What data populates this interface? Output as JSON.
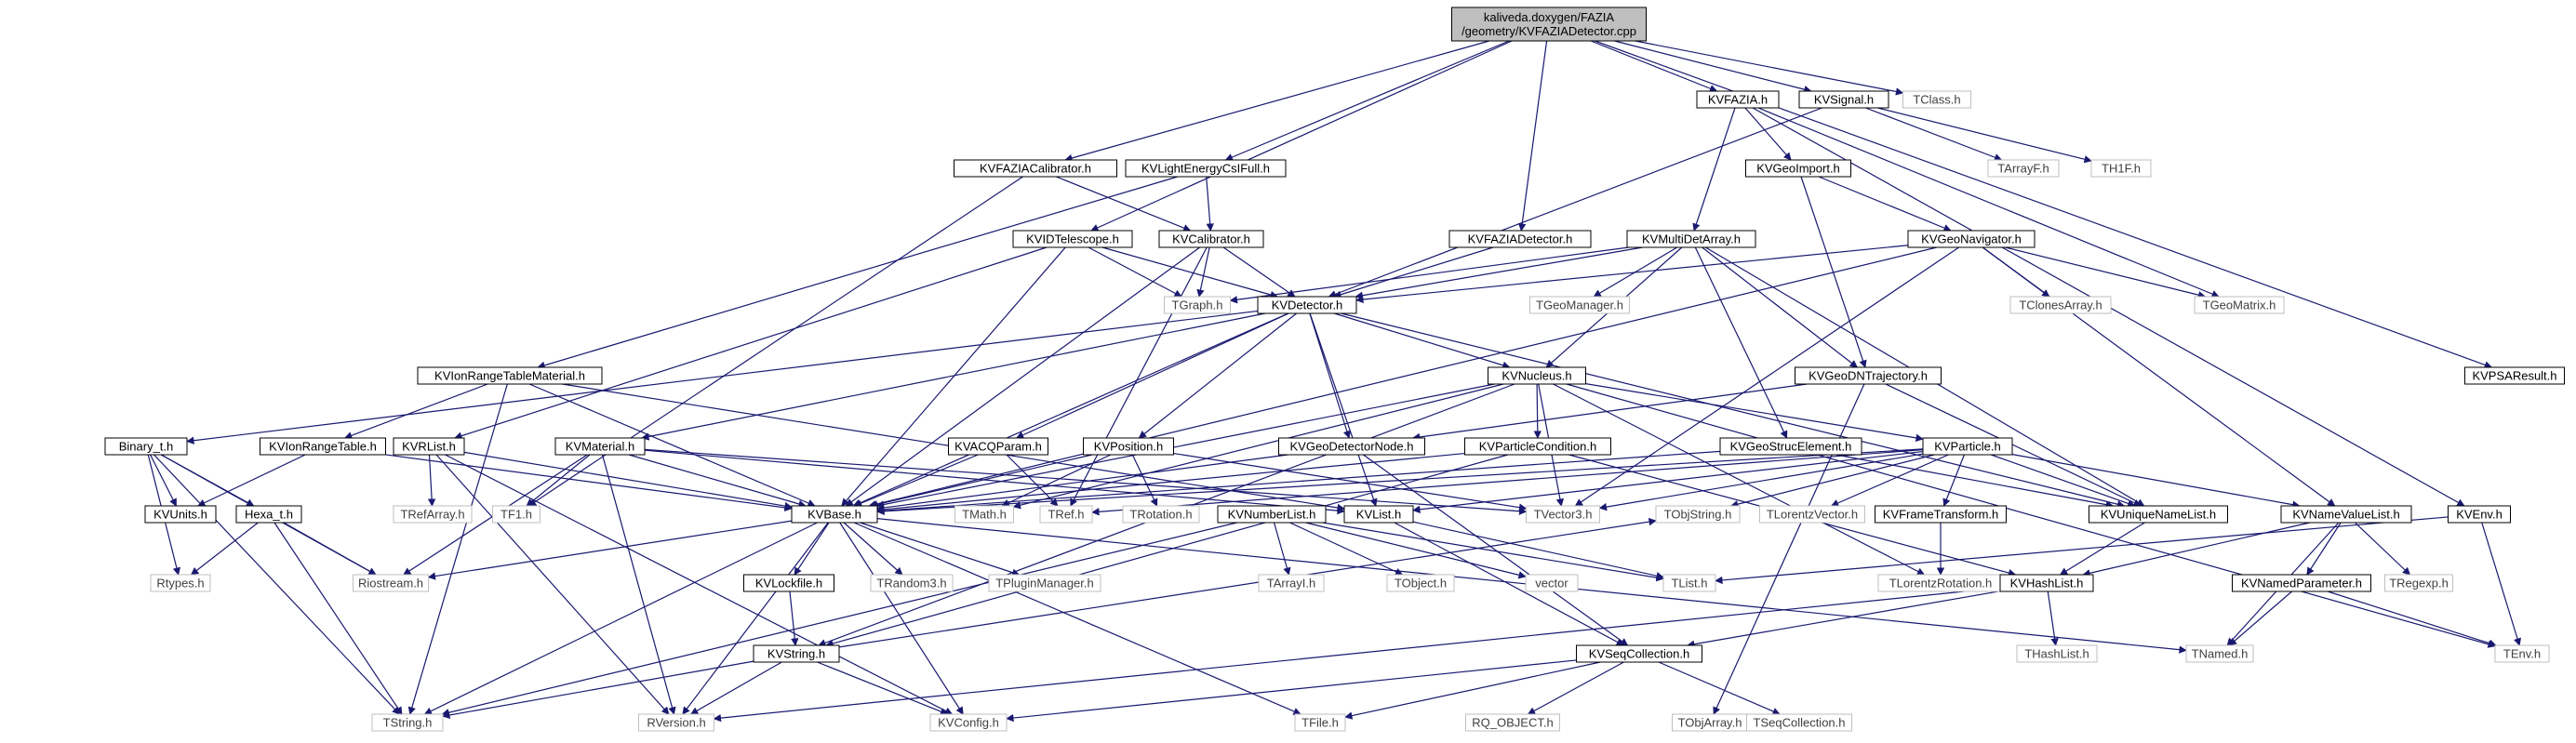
{
  "title": "kaliveda.doxygen/FAZIA/geometry/KVFAZIADetector.cpp",
  "colors": {
    "edge": "#191970",
    "external_border": "#bfbfbf",
    "root_fill": "#bfbfbf"
  },
  "nodes": [
    {
      "id": "root",
      "label": [
        "kaliveda.doxygen/FAZIA",
        "/geometry/KVFAZIADetector.cpp"
      ],
      "kind": "root"
    },
    {
      "id": "KVFAZIACalibrator",
      "label": [
        "KVFAZIACalibrator.h"
      ],
      "kind": "file"
    },
    {
      "id": "KVLightEnergyCsIFull",
      "label": [
        "KVLightEnergyCsIFull.h"
      ],
      "kind": "file"
    },
    {
      "id": "KVIDTelescope",
      "label": [
        "KVIDTelescope.h"
      ],
      "kind": "file"
    },
    {
      "id": "KVFAZIADetectorH",
      "label": [
        "KVFAZIADetector.h"
      ],
      "kind": "file"
    },
    {
      "id": "KVFAZIA",
      "label": [
        "KVFAZIA.h"
      ],
      "kind": "file"
    },
    {
      "id": "KVSignal",
      "label": [
        "KVSignal.h"
      ],
      "kind": "file"
    },
    {
      "id": "TClass",
      "label": [
        "TClass.h"
      ],
      "kind": "ext"
    },
    {
      "id": "KVPSAResult",
      "label": [
        "KVPSAResult.h"
      ],
      "kind": "file"
    },
    {
      "id": "KVCalibrator",
      "label": [
        "KVCalibrator.h"
      ],
      "kind": "file"
    },
    {
      "id": "KVGeoImport",
      "label": [
        "KVGeoImport.h"
      ],
      "kind": "file"
    },
    {
      "id": "TArrayF",
      "label": [
        "TArrayF.h"
      ],
      "kind": "ext"
    },
    {
      "id": "TH1F",
      "label": [
        "TH1F.h"
      ],
      "kind": "ext"
    },
    {
      "id": "KVMultiDetArray",
      "label": [
        "KVMultiDetArray.h"
      ],
      "kind": "file"
    },
    {
      "id": "KVGeoNavigator",
      "label": [
        "KVGeoNavigator.h"
      ],
      "kind": "file"
    },
    {
      "id": "TGraph",
      "label": [
        "TGraph.h"
      ],
      "kind": "ext"
    },
    {
      "id": "KVDetector",
      "label": [
        "KVDetector.h"
      ],
      "kind": "file"
    },
    {
      "id": "TGeoManager",
      "label": [
        "TGeoManager.h"
      ],
      "kind": "ext"
    },
    {
      "id": "TClonesArray",
      "label": [
        "TClonesArray.h"
      ],
      "kind": "ext"
    },
    {
      "id": "TGeoMatrix",
      "label": [
        "TGeoMatrix.h"
      ],
      "kind": "ext"
    },
    {
      "id": "KVIonRangeTableMaterial",
      "label": [
        "KVIonRangeTableMaterial.h"
      ],
      "kind": "file"
    },
    {
      "id": "KVNucleus",
      "label": [
        "KVNucleus.h"
      ],
      "kind": "file"
    },
    {
      "id": "KVGeoDNTrajectory",
      "label": [
        "KVGeoDNTrajectory.h"
      ],
      "kind": "file"
    },
    {
      "id": "Binary_t",
      "label": [
        "Binary_t.h"
      ],
      "kind": "file"
    },
    {
      "id": "KVIonRangeTable",
      "label": [
        "KVIonRangeTable.h"
      ],
      "kind": "file"
    },
    {
      "id": "KVRList",
      "label": [
        "KVRList.h"
      ],
      "kind": "file"
    },
    {
      "id": "KVMaterial",
      "label": [
        "KVMaterial.h"
      ],
      "kind": "file"
    },
    {
      "id": "KVACQParam",
      "label": [
        "KVACQParam.h"
      ],
      "kind": "file"
    },
    {
      "id": "KVPosition",
      "label": [
        "KVPosition.h"
      ],
      "kind": "file"
    },
    {
      "id": "KVGeoDetectorNode",
      "label": [
        "KVGeoDetectorNode.h"
      ],
      "kind": "file"
    },
    {
      "id": "KVParticleCondition",
      "label": [
        "KVParticleCondition.h"
      ],
      "kind": "file"
    },
    {
      "id": "KVGeoStrucElement",
      "label": [
        "KVGeoStrucElement.h"
      ],
      "kind": "file"
    },
    {
      "id": "KVParticle",
      "label": [
        "KVParticle.h"
      ],
      "kind": "file"
    },
    {
      "id": "KVUnits",
      "label": [
        "KVUnits.h"
      ],
      "kind": "file"
    },
    {
      "id": "Hexa_t",
      "label": [
        "Hexa_t.h"
      ],
      "kind": "file"
    },
    {
      "id": "TRefArray",
      "label": [
        "TRefArray.h"
      ],
      "kind": "ext"
    },
    {
      "id": "TF1",
      "label": [
        "TF1.h"
      ],
      "kind": "ext"
    },
    {
      "id": "KVBase",
      "label": [
        "KVBase.h"
      ],
      "kind": "file"
    },
    {
      "id": "TMath",
      "label": [
        "TMath.h"
      ],
      "kind": "ext"
    },
    {
      "id": "TRef",
      "label": [
        "TRef.h"
      ],
      "kind": "ext"
    },
    {
      "id": "TRotation",
      "label": [
        "TRotation.h"
      ],
      "kind": "ext"
    },
    {
      "id": "KVNumberList",
      "label": [
        "KVNumberList.h"
      ],
      "kind": "file"
    },
    {
      "id": "KVList",
      "label": [
        "KVList.h"
      ],
      "kind": "file"
    },
    {
      "id": "TVector3",
      "label": [
        "TVector3.h"
      ],
      "kind": "ext"
    },
    {
      "id": "TObjString",
      "label": [
        "TObjString.h"
      ],
      "kind": "ext"
    },
    {
      "id": "TLorentzVector",
      "label": [
        "TLorentzVector.h"
      ],
      "kind": "ext"
    },
    {
      "id": "KVFrameTransform",
      "label": [
        "KVFrameTransform.h"
      ],
      "kind": "file"
    },
    {
      "id": "KVUniqueNameList",
      "label": [
        "KVUniqueNameList.h"
      ],
      "kind": "file"
    },
    {
      "id": "KVNameValueList",
      "label": [
        "KVNameValueList.h"
      ],
      "kind": "file"
    },
    {
      "id": "KVEnv",
      "label": [
        "KVEnv.h"
      ],
      "kind": "file"
    },
    {
      "id": "Rtypes",
      "label": [
        "Rtypes.h"
      ],
      "kind": "ext"
    },
    {
      "id": "Riostream",
      "label": [
        "Riostream.h"
      ],
      "kind": "ext"
    },
    {
      "id": "KVLockfile",
      "label": [
        "KVLockfile.h"
      ],
      "kind": "file"
    },
    {
      "id": "TRandom3",
      "label": [
        "TRandom3.h"
      ],
      "kind": "ext"
    },
    {
      "id": "TPluginManager",
      "label": [
        "TPluginManager.h"
      ],
      "kind": "ext"
    },
    {
      "id": "TArrayI",
      "label": [
        "TArrayI.h"
      ],
      "kind": "ext"
    },
    {
      "id": "TObject",
      "label": [
        "TObject.h"
      ],
      "kind": "ext"
    },
    {
      "id": "vector",
      "label": [
        "vector"
      ],
      "kind": "ext"
    },
    {
      "id": "TList",
      "label": [
        "TList.h"
      ],
      "kind": "ext"
    },
    {
      "id": "TLorentzRotation",
      "label": [
        "TLorentzRotation.h"
      ],
      "kind": "ext"
    },
    {
      "id": "KVHashList",
      "label": [
        "KVHashList.h"
      ],
      "kind": "file"
    },
    {
      "id": "KVNamedParameter",
      "label": [
        "KVNamedParameter.h"
      ],
      "kind": "file"
    },
    {
      "id": "TRegexp",
      "label": [
        "TRegexp.h"
      ],
      "kind": "ext"
    },
    {
      "id": "KVString",
      "label": [
        "KVString.h"
      ],
      "kind": "file"
    },
    {
      "id": "KVSeqCollection",
      "label": [
        "KVSeqCollection.h"
      ],
      "kind": "file"
    },
    {
      "id": "THashList",
      "label": [
        "THashList.h"
      ],
      "kind": "ext"
    },
    {
      "id": "TNamed",
      "label": [
        "TNamed.h"
      ],
      "kind": "ext"
    },
    {
      "id": "TEnv",
      "label": [
        "TEnv.h"
      ],
      "kind": "ext"
    },
    {
      "id": "TString",
      "label": [
        "TString.h"
      ],
      "kind": "ext"
    },
    {
      "id": "RVersion",
      "label": [
        "RVersion.h"
      ],
      "kind": "ext"
    },
    {
      "id": "KVConfig",
      "label": [
        "KVConfig.h"
      ],
      "kind": "ext"
    },
    {
      "id": "TFile",
      "label": [
        "TFile.h"
      ],
      "kind": "ext"
    },
    {
      "id": "RQ_OBJECT",
      "label": [
        "RQ_OBJECT.h"
      ],
      "kind": "ext"
    },
    {
      "id": "TObjArray",
      "label": [
        "TObjArray.h"
      ],
      "kind": "ext"
    },
    {
      "id": "TSeqCollection",
      "label": [
        "TSeqCollection.h"
      ],
      "kind": "ext"
    }
  ],
  "edges": [
    [
      "root",
      "KVFAZIACalibrator"
    ],
    [
      "root",
      "KVLightEnergyCsIFull"
    ],
    [
      "root",
      "KVIDTelescope"
    ],
    [
      "root",
      "KVFAZIADetectorH"
    ],
    [
      "root",
      "KVFAZIA"
    ],
    [
      "root",
      "KVSignal"
    ],
    [
      "root",
      "TClass"
    ],
    [
      "root",
      "KVPSAResult"
    ],
    [
      "KVFAZIACalibrator",
      "KVCalibrator"
    ],
    [
      "KVFAZIACalibrator",
      "TF1"
    ],
    [
      "KVLightEnergyCsIFull",
      "KVCalibrator"
    ],
    [
      "KVLightEnergyCsIFull",
      "KVIonRangeTableMaterial"
    ],
    [
      "KVFAZIA",
      "KVGeoImport"
    ],
    [
      "KVFAZIA",
      "KVMultiDetArray"
    ],
    [
      "KVFAZIA",
      "TGeoMatrix"
    ],
    [
      "KVFAZIA",
      "KVEnv"
    ],
    [
      "KVSignal",
      "TArrayF"
    ],
    [
      "KVSignal",
      "TH1F"
    ],
    [
      "KVSignal",
      "KVDetector"
    ],
    [
      "KVGeoImport",
      "KVGeoNavigator"
    ],
    [
      "KVGeoImport",
      "KVGeoDNTrajectory"
    ],
    [
      "KVCalibrator",
      "TGraph"
    ],
    [
      "KVCalibrator",
      "KVDetector"
    ],
    [
      "KVCalibrator",
      "KVBase"
    ],
    [
      "KVCalibrator",
      "TRef"
    ],
    [
      "KVIDTelescope",
      "TGraph"
    ],
    [
      "KVIDTelescope",
      "KVDetector"
    ],
    [
      "KVIDTelescope",
      "KVBase"
    ],
    [
      "KVIDTelescope",
      "KVRList"
    ],
    [
      "KVFAZIADetectorH",
      "KVDetector"
    ],
    [
      "KVMultiDetArray",
      "TGraph"
    ],
    [
      "KVMultiDetArray",
      "KVDetector"
    ],
    [
      "KVMultiDetArray",
      "TGeoManager"
    ],
    [
      "KVMultiDetArray",
      "KVNucleus"
    ],
    [
      "KVMultiDetArray",
      "KVGeoDNTrajectory"
    ],
    [
      "KVMultiDetArray",
      "KVGeoStrucElement"
    ],
    [
      "KVMultiDetArray",
      "KVUniqueNameList"
    ],
    [
      "KVGeoNavigator",
      "KVDetector"
    ],
    [
      "KVGeoNavigator",
      "TClonesArray"
    ],
    [
      "KVGeoNavigator",
      "TGeoMatrix"
    ],
    [
      "KVGeoNavigator",
      "KVBase"
    ],
    [
      "KVGeoNavigator",
      "KVNameValueList"
    ],
    [
      "KVGeoNavigator",
      "TVector3"
    ],
    [
      "KVDetector",
      "Binary_t"
    ],
    [
      "KVDetector",
      "KVMaterial"
    ],
    [
      "KVDetector",
      "KVACQParam"
    ],
    [
      "KVDetector",
      "KVPosition"
    ],
    [
      "KVDetector",
      "KVGeoDetectorNode"
    ],
    [
      "KVDetector",
      "KVNucleus"
    ],
    [
      "KVDetector",
      "KVList"
    ],
    [
      "KVDetector",
      "KVBase"
    ],
    [
      "KVDetector",
      "KVUniqueNameList"
    ],
    [
      "KVIonRangeTableMaterial",
      "KVIonRangeTable"
    ],
    [
      "KVIonRangeTableMaterial",
      "KVBase"
    ],
    [
      "KVIonRangeTableMaterial",
      "TString"
    ],
    [
      "KVIonRangeTableMaterial",
      "KVList"
    ],
    [
      "KVNucleus",
      "KVParticleCondition"
    ],
    [
      "KVNucleus",
      "KVParticle"
    ],
    [
      "KVNucleus",
      "TVector3"
    ],
    [
      "KVNucleus",
      "KVBase"
    ],
    [
      "KVNucleus",
      "KVString"
    ],
    [
      "KVNucleus",
      "TLorentzRotation"
    ],
    [
      "KVNucleus",
      "TEnv"
    ],
    [
      "KVNucleus",
      "TMath"
    ],
    [
      "KVGeoDNTrajectory",
      "KVGeoDetectorNode"
    ],
    [
      "KVGeoDNTrajectory",
      "KVUniqueNameList"
    ],
    [
      "KVGeoDNTrajectory",
      "TObjArray"
    ],
    [
      "Binary_t",
      "KVUnits"
    ],
    [
      "Binary_t",
      "Hexa_t"
    ],
    [
      "Binary_t",
      "Rtypes"
    ],
    [
      "Binary_t",
      "Riostream"
    ],
    [
      "Binary_t",
      "TString"
    ],
    [
      "KVIonRangeTable",
      "KVUnits"
    ],
    [
      "KVIonRangeTable",
      "KVBase"
    ],
    [
      "KVRList",
      "TRefArray"
    ],
    [
      "KVRList",
      "KVBase"
    ],
    [
      "KVRList",
      "RVersion"
    ],
    [
      "KVRList",
      "KVConfig"
    ],
    [
      "KVMaterial",
      "KVBase"
    ],
    [
      "KVMaterial",
      "TF1"
    ],
    [
      "KVMaterial",
      "Riostream"
    ],
    [
      "KVMaterial",
      "RVersion"
    ],
    [
      "KVMaterial",
      "TVector3"
    ],
    [
      "KVMaterial",
      "KVList"
    ],
    [
      "KVACQParam",
      "KVBase"
    ],
    [
      "KVACQParam",
      "TRef"
    ],
    [
      "KVPosition",
      "KVBase"
    ],
    [
      "KVPosition",
      "TRotation"
    ],
    [
      "KVPosition",
      "TMath"
    ],
    [
      "KVPosition",
      "TVector3"
    ],
    [
      "KVGeoDetectorNode",
      "KVBase"
    ],
    [
      "KVGeoDetectorNode",
      "KVSeqCollection"
    ],
    [
      "KVParticleCondition",
      "KVBase"
    ],
    [
      "KVParticleCondition",
      "KVHashList"
    ],
    [
      "KVParticleCondition",
      "KVString"
    ],
    [
      "KVGeoStrucElement",
      "KVBase"
    ],
    [
      "KVGeoStrucElement",
      "KVUniqueNameList"
    ],
    [
      "KVParticle",
      "KVBase"
    ],
    [
      "KVParticle",
      "TVector3"
    ],
    [
      "KVParticle",
      "TObjString"
    ],
    [
      "KVParticle",
      "TLorentzVector"
    ],
    [
      "KVParticle",
      "KVFrameTransform"
    ],
    [
      "KVParticle",
      "KVUniqueNameList"
    ],
    [
      "KVParticle",
      "KVNameValueList"
    ],
    [
      "KVParticle",
      "KVList"
    ],
    [
      "KVParticle",
      "TRef"
    ],
    [
      "Hexa_t",
      "Rtypes"
    ],
    [
      "Hexa_t",
      "Riostream"
    ],
    [
      "Hexa_t",
      "TString"
    ],
    [
      "KVBase",
      "Riostream"
    ],
    [
      "KVBase",
      "KVLockfile"
    ],
    [
      "KVBase",
      "TRandom3"
    ],
    [
      "KVBase",
      "TPluginManager"
    ],
    [
      "KVBase",
      "TFile"
    ],
    [
      "KVBase",
      "TNamed"
    ],
    [
      "KVBase",
      "TString"
    ],
    [
      "KVBase",
      "RVersion"
    ],
    [
      "KVBase",
      "KVConfig"
    ],
    [
      "KVNumberList",
      "TArrayI"
    ],
    [
      "KVNumberList",
      "TObject"
    ],
    [
      "KVNumberList",
      "vector"
    ],
    [
      "KVNumberList",
      "TList"
    ],
    [
      "KVNumberList",
      "TString"
    ],
    [
      "KVList",
      "TList"
    ],
    [
      "KVList",
      "KVSeqCollection"
    ],
    [
      "KVFrameTransform",
      "TLorentzRotation"
    ],
    [
      "KVUniqueNameList",
      "KVHashList"
    ],
    [
      "KVNameValueList",
      "KVNamedParameter"
    ],
    [
      "KVNameValueList",
      "TRegexp"
    ],
    [
      "KVNameValueList",
      "TNamed"
    ],
    [
      "KVNameValueList",
      "KVHashList"
    ],
    [
      "KVEnv",
      "TEnv"
    ],
    [
      "KVEnv",
      "TList"
    ],
    [
      "KVLockfile",
      "KVString"
    ],
    [
      "KVHashList",
      "THashList"
    ],
    [
      "KVHashList",
      "KVSeqCollection"
    ],
    [
      "KVHashList",
      "RVersion"
    ],
    [
      "KVNamedParameter",
      "TNamed"
    ],
    [
      "KVNamedParameter",
      "TEnv"
    ],
    [
      "KVString",
      "TString"
    ],
    [
      "KVString",
      "RVersion"
    ],
    [
      "KVString",
      "KVConfig"
    ],
    [
      "KVString",
      "TObjString"
    ],
    [
      "KVSeqCollection",
      "KVConfig"
    ],
    [
      "KVSeqCollection",
      "TFile"
    ],
    [
      "KVSeqCollection",
      "RQ_OBJECT"
    ],
    [
      "KVSeqCollection",
      "TSeqCollection"
    ]
  ]
}
